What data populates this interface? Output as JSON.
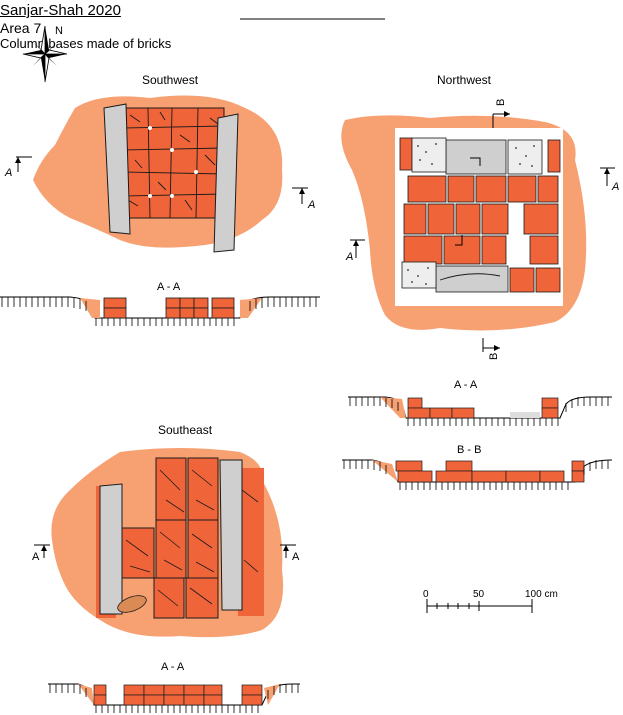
{
  "header": {
    "site": "Sanjar-Shah 2020",
    "area": "Area 7",
    "subject": "Column bases made of bricks"
  },
  "compass": {
    "north_label": "N"
  },
  "plans": {
    "southwest": {
      "label": "Southwest",
      "section_marker": "A",
      "section_title": "A - A"
    },
    "northwest": {
      "label": "Northwest",
      "section_a_marker": "A",
      "section_b_marker": "B",
      "section_a_title": "A - A",
      "section_b_title": "B - B"
    },
    "southeast": {
      "label": "Southeast",
      "section_marker": "A",
      "section_title": "A - A"
    }
  },
  "scale_bar": {
    "ticks": [
      "0",
      "50",
      "100 cm"
    ]
  },
  "colors": {
    "brick": "#f0643a",
    "soil": "#f7a173",
    "stone": "#cfcfcf",
    "outline": "#1a1a1a"
  }
}
